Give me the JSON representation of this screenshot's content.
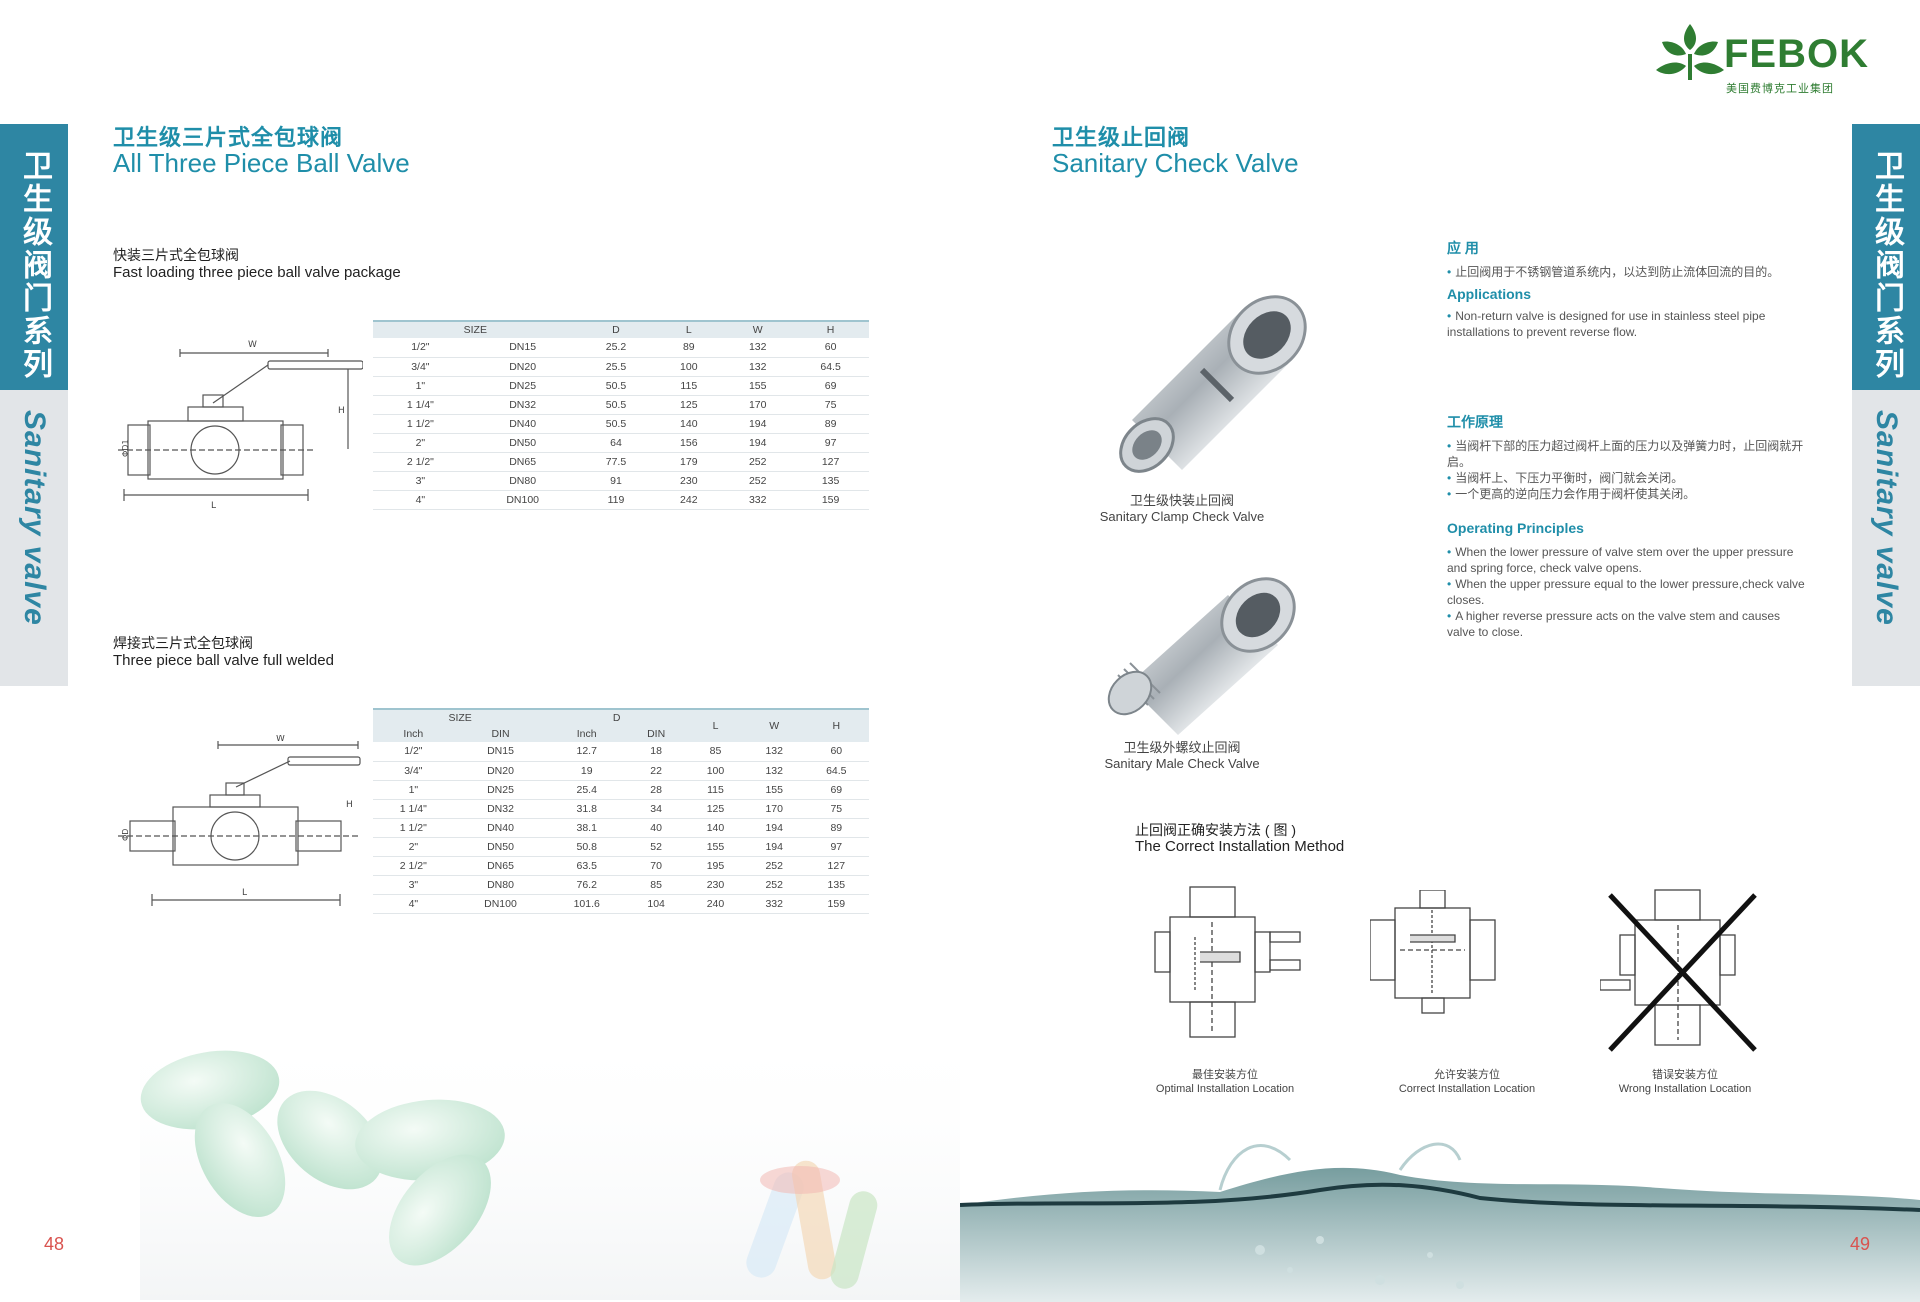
{
  "brand": {
    "name": "FEBOK",
    "tagline": "美国费博克工业集团",
    "color": "#2f7d32"
  },
  "side_tab": {
    "cn": "卫生级阀门系列",
    "en": "Sanitary valve"
  },
  "left": {
    "title_cn": "卫生级三片式全包球阀",
    "title_en": "All Three Piece Ball Valve",
    "sec1": {
      "cn": "快装三片式全包球阀",
      "en": "Fast loading three piece ball valve package",
      "headers": [
        "SIZE",
        "D",
        "L",
        "W",
        "H"
      ],
      "rows": [
        [
          "1/2\"",
          "DN15",
          "25.2",
          "89",
          "132",
          "60"
        ],
        [
          "3/4\"",
          "DN20",
          "25.5",
          "100",
          "132",
          "64.5"
        ],
        [
          "1\"",
          "DN25",
          "50.5",
          "115",
          "155",
          "69"
        ],
        [
          "1 1/4\"",
          "DN32",
          "50.5",
          "125",
          "170",
          "75"
        ],
        [
          "1 1/2\"",
          "DN40",
          "50.5",
          "140",
          "194",
          "89"
        ],
        [
          "2\"",
          "DN50",
          "64",
          "156",
          "194",
          "97"
        ],
        [
          "2 1/2\"",
          "DN65",
          "77.5",
          "179",
          "252",
          "127"
        ],
        [
          "3\"",
          "DN80",
          "91",
          "230",
          "252",
          "135"
        ],
        [
          "4\"",
          "DN100",
          "119",
          "242",
          "332",
          "159"
        ]
      ],
      "dim_labels": [
        "W",
        "H",
        "ΦD1",
        "L"
      ]
    },
    "sec2": {
      "cn": "焊接式三片式全包球阀",
      "en": "Three piece ball valve full welded",
      "headers_top": [
        "SIZE",
        "D",
        "L",
        "W",
        "H"
      ],
      "headers_sub": [
        "Inch",
        "DIN",
        "Inch",
        "DIN"
      ],
      "rows": [
        [
          "1/2\"",
          "DN15",
          "12.7",
          "18",
          "85",
          "132",
          "60"
        ],
        [
          "3/4\"",
          "DN20",
          "19",
          "22",
          "100",
          "132",
          "64.5"
        ],
        [
          "1\"",
          "DN25",
          "25.4",
          "28",
          "115",
          "155",
          "69"
        ],
        [
          "1 1/4\"",
          "DN32",
          "31.8",
          "34",
          "125",
          "170",
          "75"
        ],
        [
          "1 1/2\"",
          "DN40",
          "38.1",
          "40",
          "140",
          "194",
          "89"
        ],
        [
          "2\"",
          "DN50",
          "50.8",
          "52",
          "155",
          "194",
          "97"
        ],
        [
          "2 1/2\"",
          "DN65",
          "63.5",
          "70",
          "195",
          "252",
          "127"
        ],
        [
          "3\"",
          "DN80",
          "76.2",
          "85",
          "230",
          "252",
          "135"
        ],
        [
          "4\"",
          "DN100",
          "101.6",
          "104",
          "240",
          "332",
          "159"
        ]
      ],
      "dim_labels": [
        "W",
        "H",
        "ΦD",
        "L"
      ]
    },
    "page": "48"
  },
  "right": {
    "title_cn": "卫生级止回阀",
    "title_en": "Sanitary Check Valve",
    "photo1": {
      "cn": "卫生级快装止回阀",
      "en": "Sanitary Clamp Check Valve"
    },
    "photo2": {
      "cn": "卫生级外螺纹止回阀",
      "en": "Sanitary Male Check Valve"
    },
    "app": {
      "cn_head": "应 用",
      "cn_text": "止回阀用于不锈钢管道系统内，以达到防止流体回流的目的。",
      "en_head": "Applications",
      "en_text": "Non-return valve is designed for use in stainless steel pipe installations to prevent reverse flow."
    },
    "ops": {
      "cn_head": "工作原理",
      "cn_items": [
        "当阀杆下部的压力超过阀杆上面的压力以及弹簧力时，止回阀就开启。",
        "当阀杆上、下压力平衡时，阀门就会关闭。",
        "一个更高的逆向压力会作用于阀杆使其关闭。"
      ],
      "en_head": "Operating Principles",
      "en_items": [
        "When the lower pressure of valve stem over the upper pressure and spring force, check valve opens.",
        "When the upper pressure equal to the lower pressure,check valve closes.",
        "A higher reverse pressure acts on the valve stem and causes valve to close."
      ]
    },
    "install": {
      "cn": "止回阀正确安装方法 ( 图 )",
      "en": "The Correct Installation Method",
      "items": [
        {
          "cn": "最佳安装方位",
          "en": "Optimal Installation Location"
        },
        {
          "cn": "允许安装方位",
          "en": "Correct Installation Location"
        },
        {
          "cn": "错误安装方位",
          "en": "Wrong Installation Location"
        }
      ]
    },
    "page": "49"
  }
}
